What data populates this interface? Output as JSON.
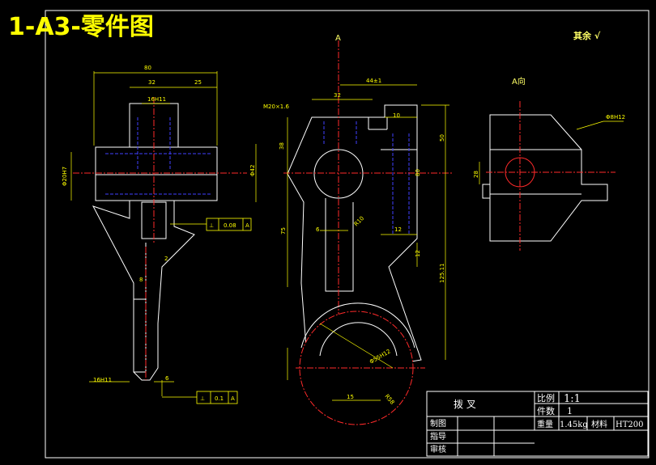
{
  "title": "1-A3-零件图",
  "note": "其余 √",
  "view_labels": {
    "section_a": "A",
    "view_a": "A向"
  },
  "dimensions": {
    "d80": "80",
    "d32a": "32",
    "d25": "25",
    "d16h11": "16H11",
    "dm20": "M20×1.6",
    "d32b": "32",
    "d44": "44±1",
    "d10": "10",
    "d38": "38",
    "d50": "50",
    "d80v": "80",
    "d75": "75",
    "d6": "6",
    "d12a": "12",
    "d12b": "12",
    "d125": "125.11",
    "dphi42": "Φ42",
    "dphi20": "Φ20H7",
    "d8": "8",
    "d16h11b": "16H11",
    "d6b": "6",
    "d15": "15",
    "d2": "2",
    "dphi8": "Φ8H12",
    "d28": "28",
    "dr10": "R10",
    "dphi55": "Φ55H12",
    "dr58": "R58"
  },
  "tolerances": {
    "perp1": {
      "symbol": "⊥",
      "value": "0.08",
      "datum": "A"
    },
    "perp2": {
      "symbol": "⊥",
      "value": "0.1",
      "datum": "A"
    }
  },
  "title_block": {
    "part_name": "拨 叉",
    "scale_label": "比例",
    "scale_value": "1:1",
    "qty_label": "件数",
    "qty_value": "1",
    "drawn_label": "制图",
    "weight_label": "重量",
    "weight_value": "1.45kg",
    "material_label": "材料",
    "material_value": "HT200",
    "guide_label": "指导",
    "review_label": "审核"
  },
  "colors": {
    "outline": "#ffffff",
    "dimension": "#ffff00",
    "center": "#ff2a2a",
    "hidden": "#3a3aff",
    "text": "#ffff00"
  }
}
